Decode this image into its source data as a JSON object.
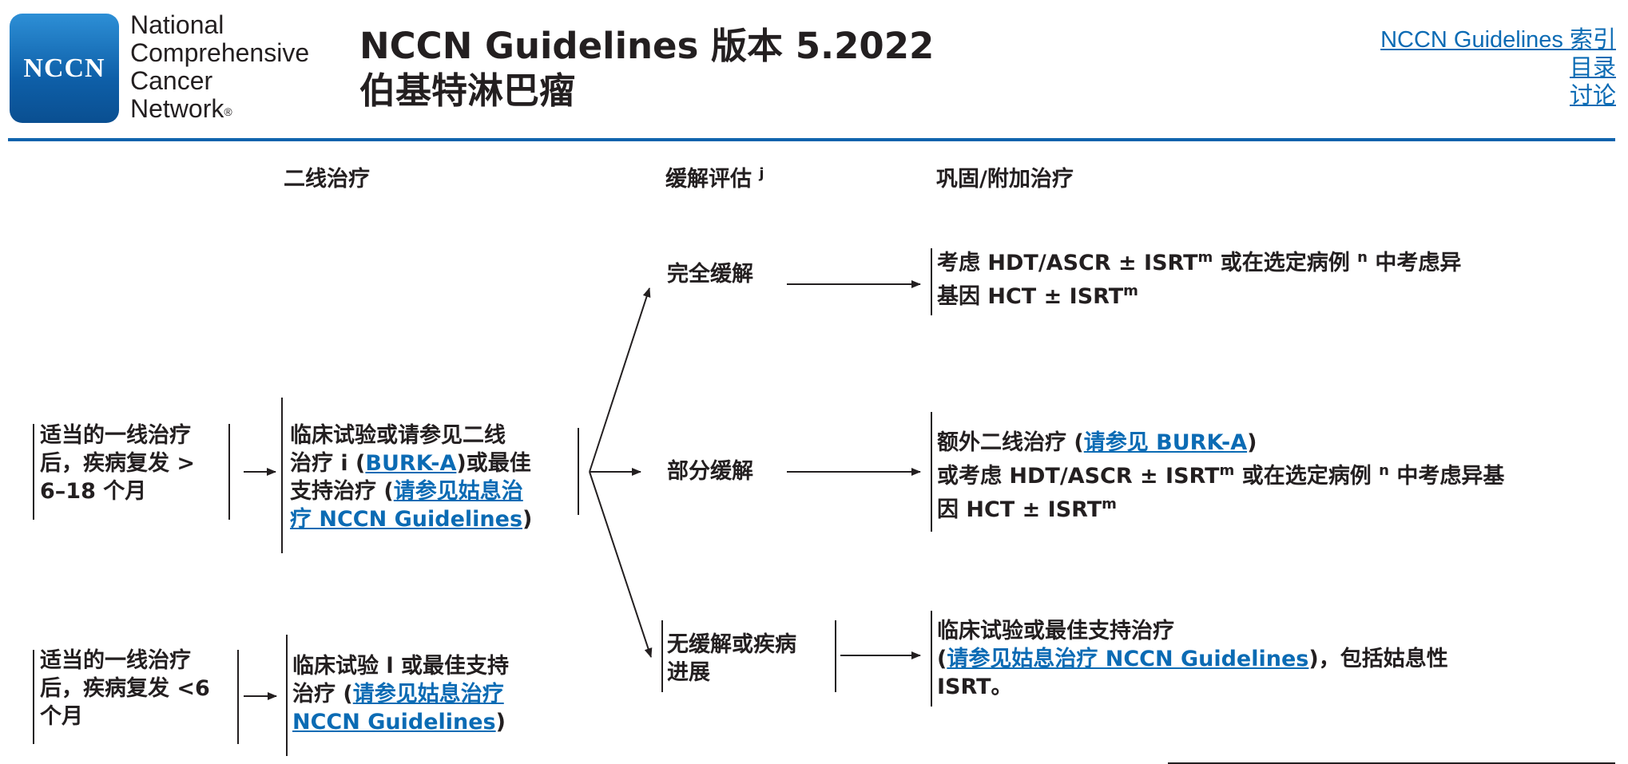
{
  "header": {
    "logo_text": "NCCN",
    "org_lines": [
      "National",
      "Comprehensive",
      "Cancer",
      "Network"
    ],
    "org_reg": "®",
    "title_line1": "NCCN Guidelines 版本 5.2022",
    "title_line2": "伯基特淋巴瘤",
    "links": {
      "index": "NCCN Guidelines 索引",
      "toc": "目录",
      "discussion": "讨论"
    }
  },
  "columns": {
    "second_line": "二线治疗",
    "response": "缓解评估",
    "response_sup": "j",
    "consolidation": "巩固/附加治疗"
  },
  "rows": {
    "relapse_late": {
      "line1": "适当的一线治疗",
      "line2": "后，疾病复发 >",
      "line3": "6–18 个月"
    },
    "treatment_late": {
      "line1": "临床试验或请参见二线",
      "line2_a": "治疗 i (",
      "line2_link": "BURK-A",
      "line2_b": ")或最佳",
      "line3_a": "支持治疗 (",
      "line3_link": "请参见姑息治",
      "line4_link": "疗 NCCN Guidelines",
      "line4_b": ")"
    },
    "relapse_early": {
      "line1": "适当的一线治疗",
      "line2": "后，疾病复发 <6",
      "line3": "个月"
    },
    "treatment_early": {
      "line1": "临床试验 l 或最佳支持",
      "line2_a": "治疗 (",
      "line2_link": "请参见姑息治疗 ",
      "line3_link": "NCCN Guidelines",
      "line3_b": ")"
    }
  },
  "responses": {
    "complete": "完全缓解",
    "partial": "部分缓解",
    "none_line1": "无缓解或疾病",
    "none_line2": "进展"
  },
  "outcomes": {
    "complete": {
      "line1_a": "考虑 HDT/ASCR ± ISRT",
      "sup_m": "m",
      "line1_b": " 或在选定病例 ",
      "sup_n": "n",
      "line1_c": " 中考虑异",
      "line2_a": "基因 HCT ± ISRT"
    },
    "partial": {
      "line1_a": "额外二线治疗 (",
      "line1_link": "请参见 BURK-A",
      "line1_b": ")",
      "line2_a": "或考虑 HDT/ASCR ± ISRT",
      "line2_b": " 或在选定病例 ",
      "line2_c": " 中考虑异基",
      "line3_a": "因 HCT ± ISRT"
    },
    "none": {
      "line1": "临床试验或最佳支持治疗",
      "line2_a": "(",
      "line2_link": "请参见姑息治疗 NCCN Guidelines",
      "line2_b": ")，包括姑息性",
      "line3": "ISRT。"
    }
  }
}
